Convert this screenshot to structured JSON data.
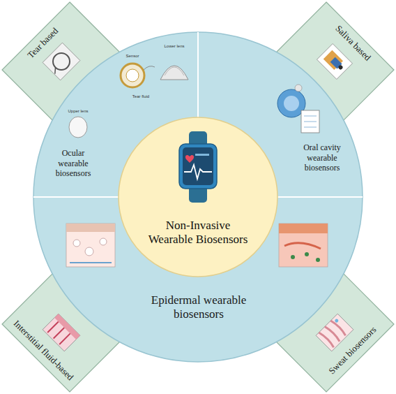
{
  "diagram": {
    "nodes": [
      {
        "text": [
          "Tear based"
        ]
      },
      {
        "text": [
          "Saliva based"
        ]
      },
      {
        "text": [
          "Ocular wearable biosensors"
        ]
      },
      {
        "text": [
          "Oral cavity wearable biosensors"
        ]
      },
      {
        "text": [
          "Non-Invasive Wearable Biosensors"
        ]
      },
      {
        "text": [
          "Interstitial fluid-based"
        ]
      },
      {
        "text": [
          "Sweat biosensors"
        ]
      },
      {
        "text": [
          "Epidermal wearable biosensors"
        ]
      }
    ],
    "labels": [
      "Sensor",
      "Lower lens",
      "Upper lens",
      "Tear fluid"
    ]
  }
}
